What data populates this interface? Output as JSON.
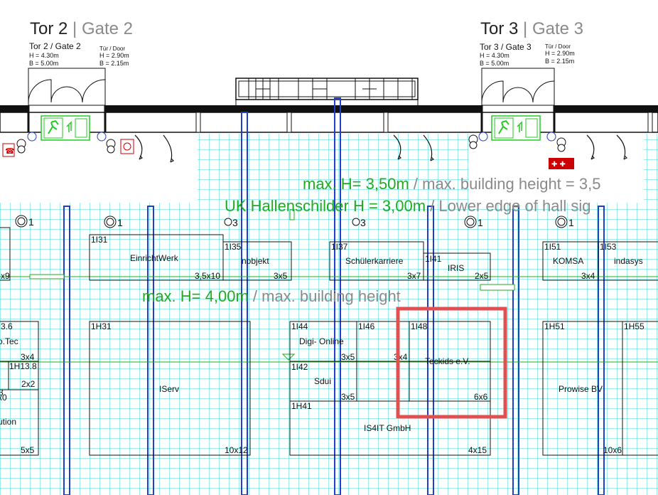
{
  "gates": [
    {
      "title_main": "Tor 2",
      "title_sep": " | ",
      "title_sub": "Gate 2",
      "label": "Tor 2 / Gate 2",
      "h": "H = 4.30m",
      "b": "B = 5.00m",
      "door_title": "Tür / Door",
      "door_h": "H = 2.90m",
      "door_b": "B = 2.15m"
    },
    {
      "title_main": "Tor 3",
      "title_sep": " | ",
      "title_sub": "Gate 3",
      "label": "Tor 3 / Gate 3",
      "h": "H = 4.30m",
      "b": "B = 5.00m",
      "door_title": "Tür / Door",
      "door_h": "H = 2.90m",
      "door_b": "B = 2.15m"
    }
  ],
  "height_notes": {
    "top_green": "max. H= 3,50m",
    "top_gray": " / max. building height = 3,5",
    "lower_green": "UK Hallenschilder H = 3,00m",
    "lower_gray": " / Lower edge of hall sig",
    "mid_green": "max. H= 4,00m",
    "mid_gray": " / max. building height"
  },
  "column_markers": [
    "1",
    "1",
    "3",
    "3",
    "1",
    "1"
  ],
  "booths": {
    "b1I31": {
      "id": "1I31",
      "name": "EinrichtWerk",
      "size": "3,5x10"
    },
    "b1I35": {
      "id": "1I35",
      "name": "nobjekt",
      "size": "3x5"
    },
    "b1I37": {
      "id": "1I37",
      "name": "Schülerkarriere",
      "size": "3x7"
    },
    "b1I41": {
      "id": "1I41",
      "name": "IRIS",
      "size": "2x5"
    },
    "b1I51": {
      "id": "1I51",
      "name": "KOMSA",
      "size": "3x4"
    },
    "b1I53": {
      "id": "1I53",
      "name": "indasys"
    },
    "left_top": {
      "size": "x9"
    },
    "left_mid": {
      "id": "3.6",
      "name": "o.Tec",
      "size": "3x4"
    },
    "left_h13": {
      "id": "1H13.8",
      "size": "2x2"
    },
    "left_low": {
      "id": "3",
      "id2": "x0",
      "name": "ution",
      "size": "5x5"
    },
    "b1H31": {
      "id": "1H31",
      "name": "IServ",
      "size": "10x12"
    },
    "b1I44": {
      "id": "1I44",
      "name": "Digi- Online"
    },
    "b1I46": {
      "id": "1I46",
      "size": "3x5"
    },
    "b1I48": {
      "id": "1I48",
      "size": "3x4"
    },
    "b1I42": {
      "id": "1I42",
      "name": "Sdui",
      "size": "3x5"
    },
    "b1H41": {
      "id": "1H41",
      "name": "IS4IT GmbH",
      "size": "4x15"
    },
    "teckids": {
      "name": "Teckids e.V.",
      "size": "6x6"
    },
    "b1H51": {
      "id": "1H51",
      "name": "Prowise BV"
    },
    "b1H55": {
      "id": "1H55",
      "size": "10x6"
    }
  },
  "highlight_color": "#e05050",
  "colors": {
    "grid": "#40d8d8",
    "columns": "#1f3fcc",
    "green": "#22aa22",
    "walls": "#111111",
    "gray_text": "#8a8a8a",
    "exit": "#22cc22"
  },
  "icons": [
    "fire-extinguisher-icon",
    "emergency-exit-icon",
    "sprinkler-icon",
    "door-arc-icon",
    "first-aid-icon"
  ]
}
